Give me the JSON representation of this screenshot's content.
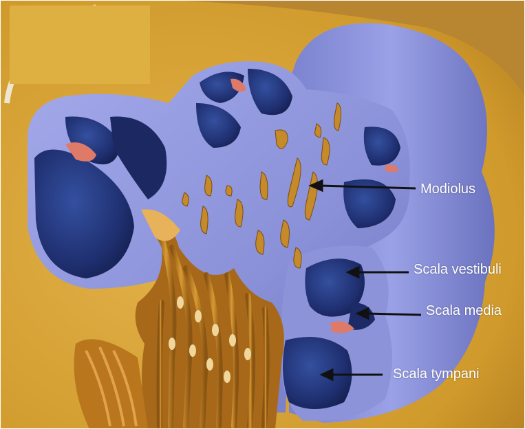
{
  "labels": {
    "modiolus": "Modiolus",
    "scala_vestibuli": "Scala vestibuli",
    "scala_media": "Scala media",
    "scala_tympani": "Scala tympani"
  },
  "colors": {
    "background_gold": "#d6a12e",
    "inset_panel": "#deb042",
    "bony_wall": "#8e95dc",
    "canal_dark": "#1c2a66",
    "canal_mid": "#2f4aa0",
    "nerve_orange": "#b8791f",
    "organ_of_corti": "#e07a68",
    "arrow": "#111111",
    "label_text": "#ffffff"
  }
}
